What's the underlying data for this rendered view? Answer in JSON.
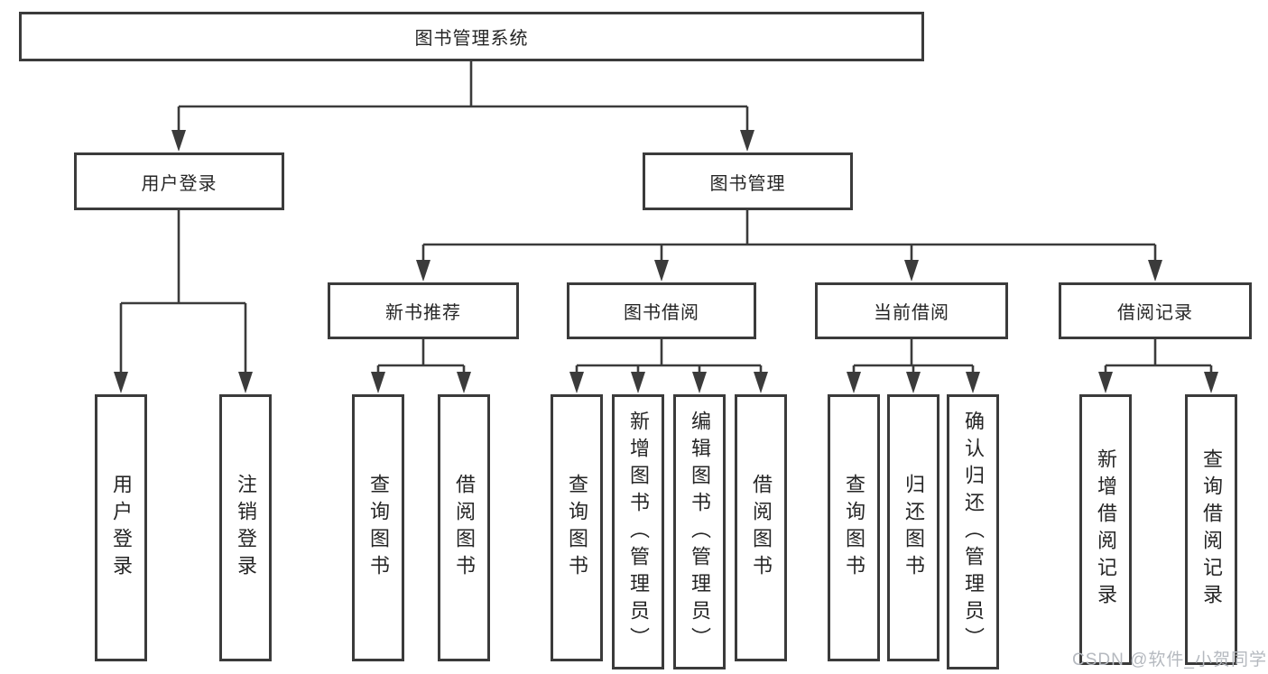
{
  "tree": {
    "root": "图书管理系统",
    "level2": [
      {
        "label": "用户登录",
        "leaves": [
          "用户登录",
          "注销登录"
        ]
      },
      {
        "label": "图书管理",
        "children": [
          {
            "label": "新书推荐",
            "leaves": [
              "查询图书",
              "借阅图书"
            ]
          },
          {
            "label": "图书借阅",
            "leaves": [
              "查询图书",
              "新增图书（管理员）",
              "编辑图书（管理员）",
              "借阅图书"
            ]
          },
          {
            "label": "当前借阅",
            "leaves": [
              "查询图书",
              "归还图书",
              "确认归还（管理员）"
            ]
          },
          {
            "label": "借阅记录",
            "leaves": [
              "新增借阅记录",
              "查询借阅记录"
            ]
          }
        ]
      }
    ]
  },
  "watermark": {
    "text": "CSDN @软件_小贺同学"
  },
  "colors": {
    "line": "#3b3b3b",
    "text": "#262626",
    "watermark": "#b5b9bf",
    "background": "#ffffff"
  }
}
